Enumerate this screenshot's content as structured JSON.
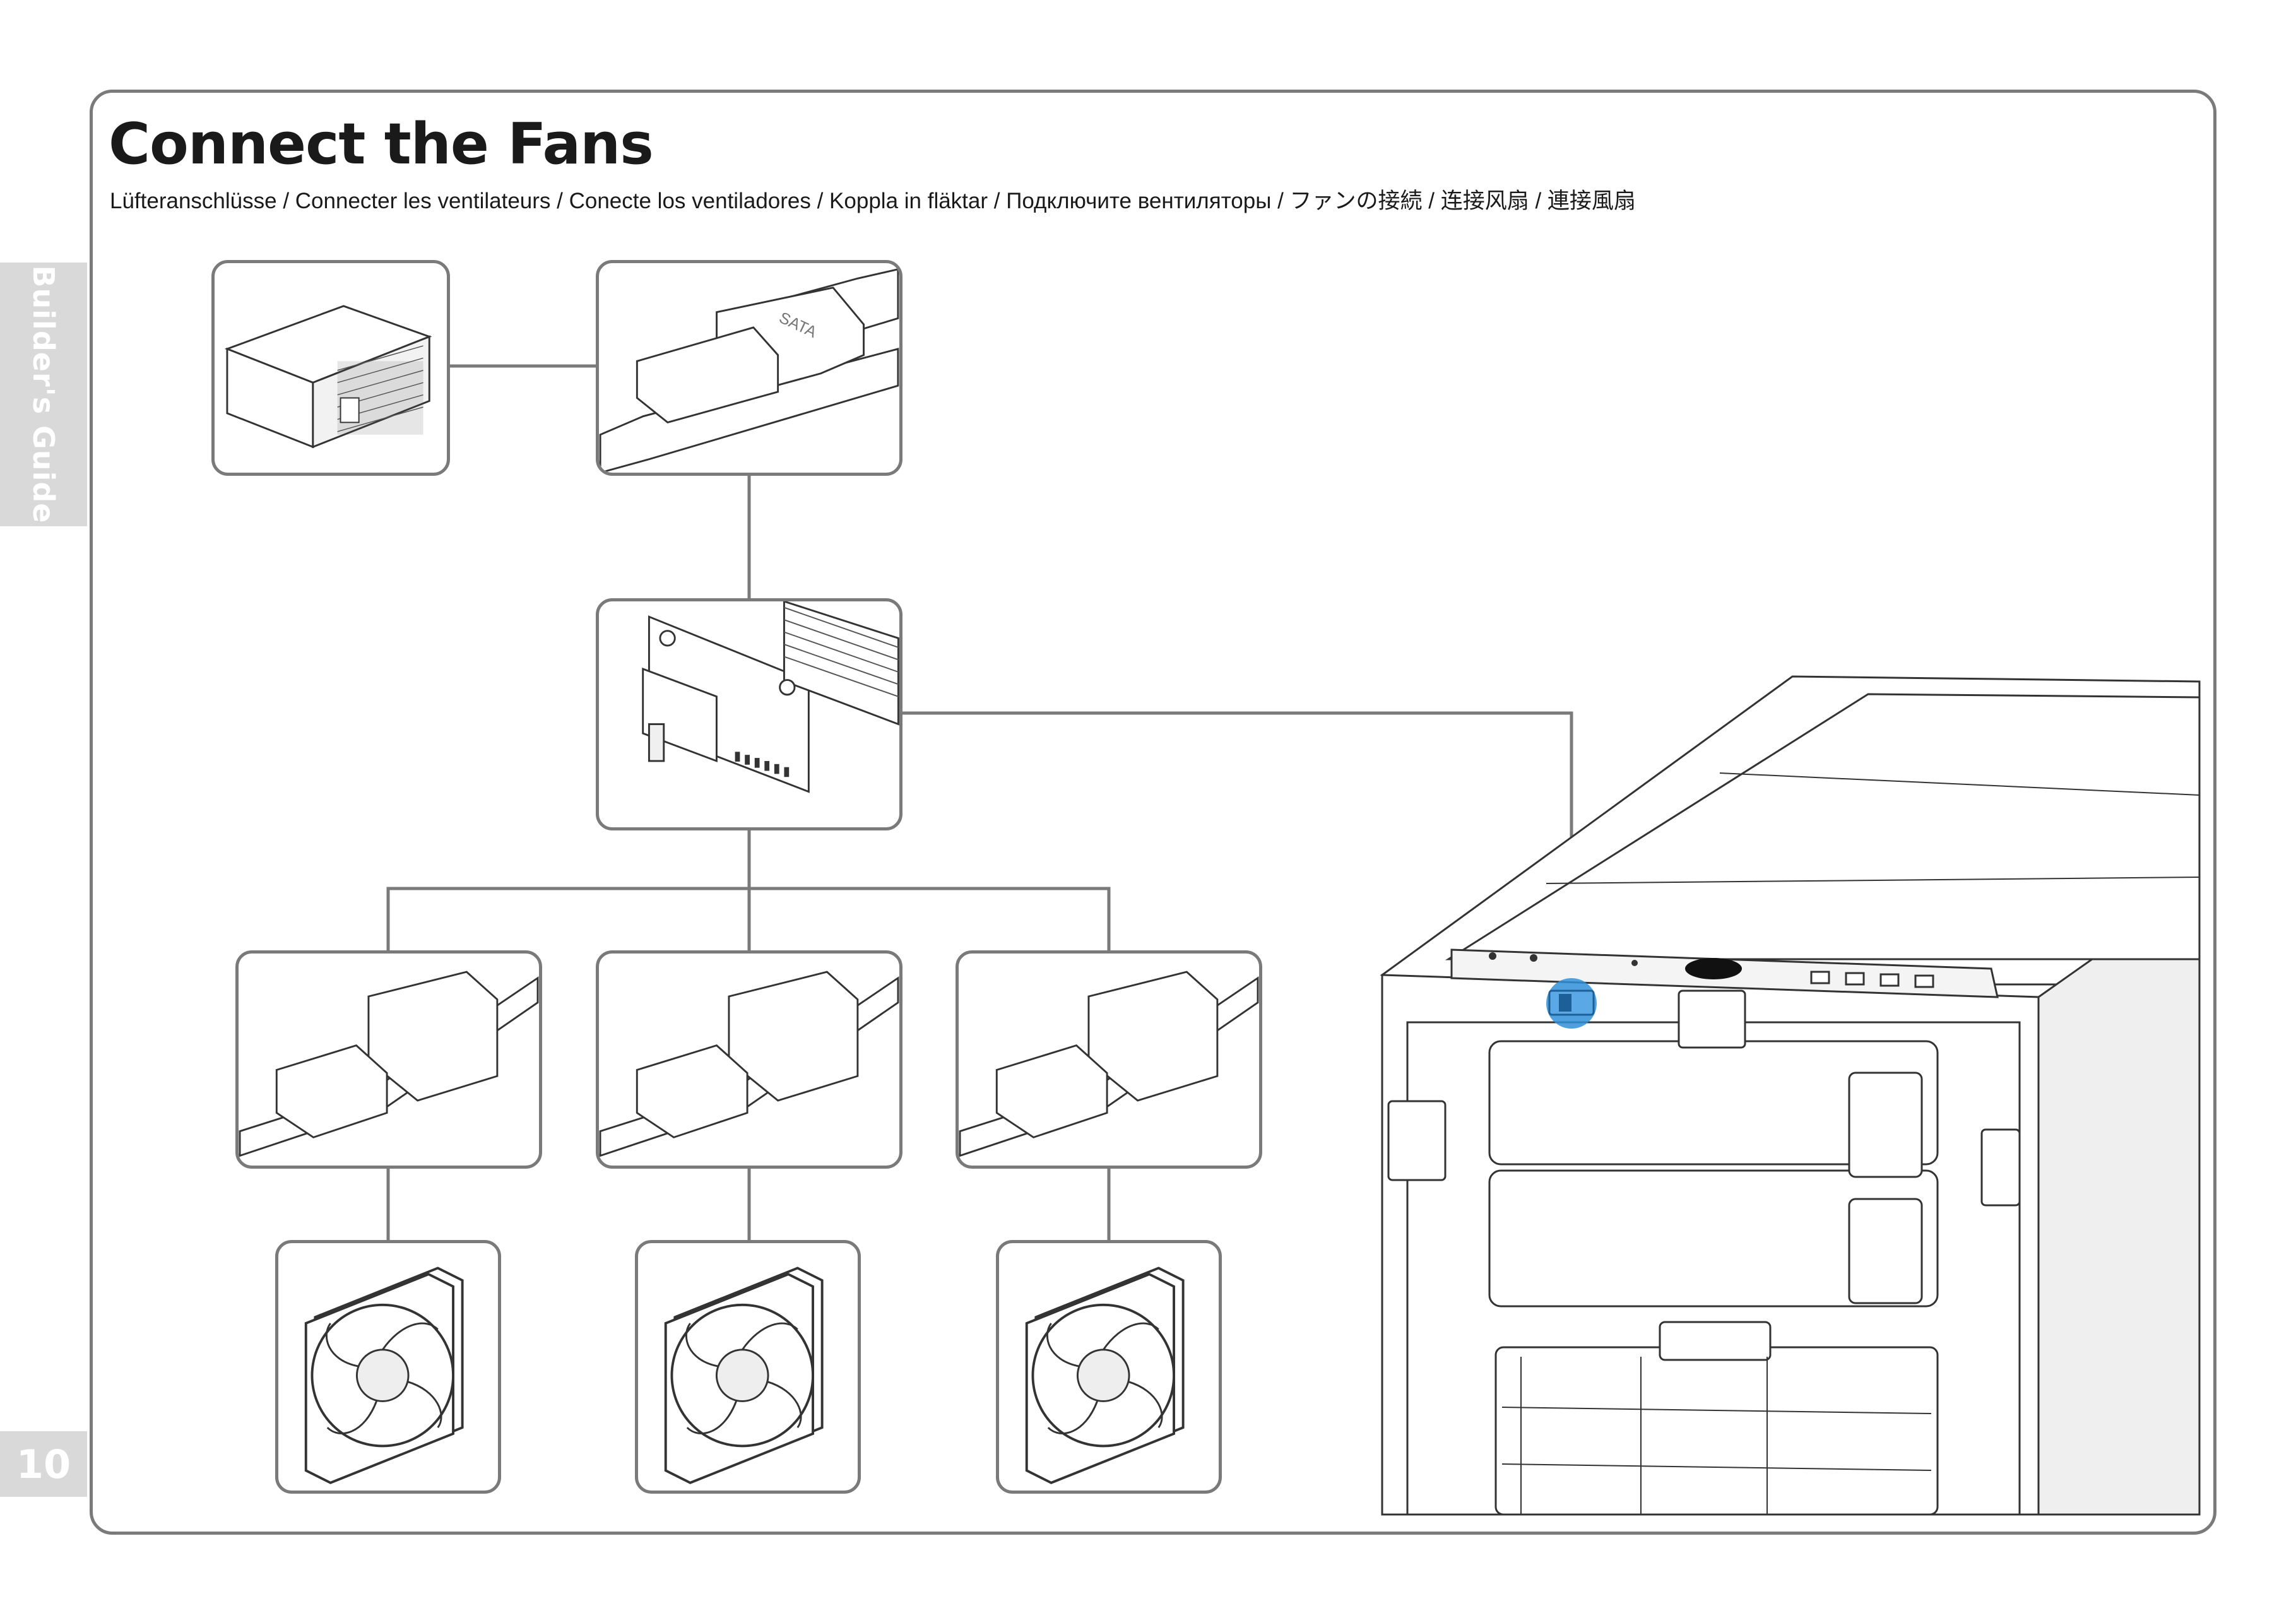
{
  "page": {
    "title": "Connect the Fans",
    "subtitle": "Lüfteranschlüsse / Connecter les ventilateurs / Conecte los ventiladores / Koppla in fläktar / Подключите вентиляторы / ファンの接続 / 连接风扇 / 連接風扇",
    "side_tab": "Builder's Guide",
    "page_number": "10"
  },
  "diagram": {
    "connector_label": "SATA",
    "line_color": "#7a7a7a",
    "highlight_color": "#2f8fd8",
    "icons": [
      "power-supply-icon",
      "sata-connector-icon",
      "fan-hub-icon",
      "fan-connector-icon",
      "case-fan-icon",
      "pc-case-icon"
    ]
  }
}
